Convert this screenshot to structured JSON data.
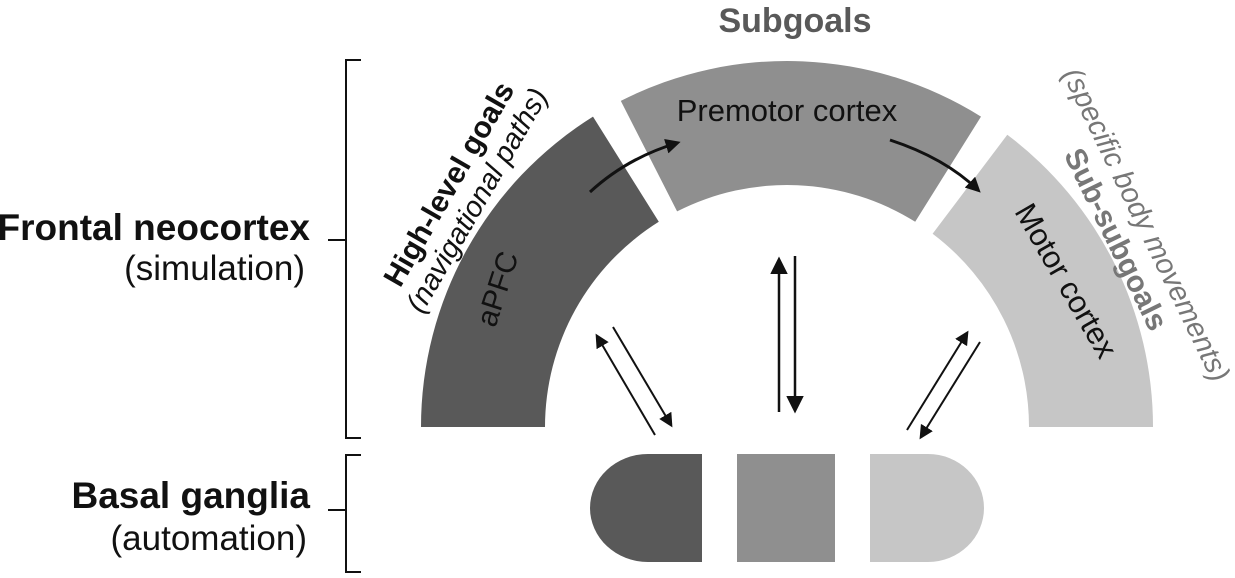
{
  "colors": {
    "dark": "#595959",
    "mid": "#8f8f8f",
    "light": "#c6c6c6",
    "text": "#111111",
    "grey_text": "#777777",
    "subtle_text": "#595959"
  },
  "header": {
    "subgoals": "Subgoals"
  },
  "left_labels": {
    "frontal_title": "Frontal neocortex",
    "frontal_sub": "(simulation)",
    "basal_title": "Basal ganglia",
    "basal_sub": "(automation)"
  },
  "arc_labels": {
    "apfc": "aPFC",
    "premotor": "Premotor cortex",
    "motor": "Motor cortex"
  },
  "side_labels": {
    "high_level_title": "High-level goals",
    "high_level_sub": "(navigational paths)",
    "subsub_title": "Sub-subgoals",
    "subsub_sub": "(specific body movements)"
  }
}
